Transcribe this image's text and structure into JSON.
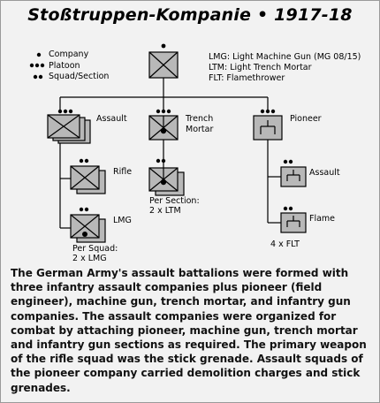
{
  "title": "Stoßtruppen-Kompanie  •  1917-18",
  "legend": {
    "items": [
      {
        "symbol": "•",
        "label": "Company"
      },
      {
        "symbol": "•••",
        "label": "Platoon"
      },
      {
        "symbol": "••",
        "label": "Squad/Section"
      }
    ],
    "abbreviations": [
      "LMG: Light Machine Gun (MG 08/15)",
      "LTM:  Light Trench Mortar",
      "FLT: Flamethrower"
    ]
  },
  "platoons": {
    "assault": "Assault",
    "trench_mortar": [
      "Trench",
      "Mortar"
    ],
    "pioneer": "Pioneer"
  },
  "squads": {
    "rifle": "Rifle",
    "lmg": "LMG",
    "lmg_note": [
      "Per Squad:",
      "2 x LMG"
    ],
    "ltm_note": [
      "Per Section:",
      "2 x LTM"
    ],
    "pioneer_assault": "Assault",
    "flame": "Flame",
    "flt_note": "4 x FLT"
  },
  "description": "The German Army's assault battalions were formed with three infantry assault companies plus pioneer (field engineer), machine gun, trench mortar, and infantry gun companies. The assault companies were organized for combat by attaching pioneer, machine gun, trench mortar and infantry gun sections as required. The primary weapon of the rifle squad was the stick grenade. Assault squads of the pioneer company carried demolition charges and stick grenades.",
  "colors": {
    "symbol_fill": "#b8b8b8",
    "background": "#f2f2f2",
    "line": "#000000"
  }
}
